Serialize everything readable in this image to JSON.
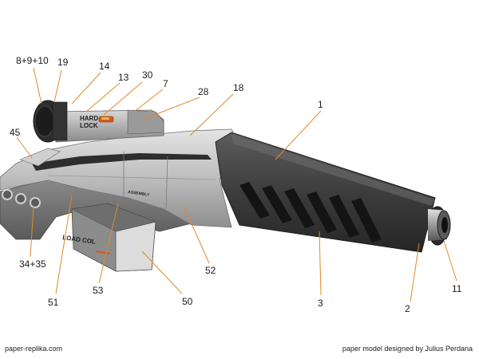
{
  "labels": [
    {
      "id": "l-8-9-10",
      "text": "8+9+10"
    },
    {
      "id": "l-19",
      "text": "19"
    },
    {
      "id": "l-14",
      "text": "14"
    },
    {
      "id": "l-13",
      "text": "13"
    },
    {
      "id": "l-30",
      "text": "30"
    },
    {
      "id": "l-7",
      "text": "7"
    },
    {
      "id": "l-28",
      "text": "28"
    },
    {
      "id": "l-18",
      "text": "18"
    },
    {
      "id": "l-1",
      "text": "1"
    },
    {
      "id": "l-45",
      "text": "45"
    },
    {
      "id": "l-34-35",
      "text": "34+35"
    },
    {
      "id": "l-51",
      "text": "51"
    },
    {
      "id": "l-53",
      "text": "53"
    },
    {
      "id": "l-50",
      "text": "50"
    },
    {
      "id": "l-52",
      "text": "52"
    },
    {
      "id": "l-3",
      "text": "3"
    },
    {
      "id": "l-2",
      "text": "2"
    },
    {
      "id": "l-11",
      "text": "11"
    }
  ],
  "decals": {
    "hard": "HARD",
    "lock": "LOCK",
    "assembly": "ASSEMBLY",
    "load_col": "LOAD COL"
  },
  "footer": {
    "left": "paper-replika.com",
    "right": "paper model designed by Julius Perdana"
  },
  "colors": {
    "leader_line": "#e08a2a",
    "body_grey": "#b8b8b8",
    "dark_shroud": "#3a3a3a",
    "accent_orange": "#d55a1a"
  }
}
